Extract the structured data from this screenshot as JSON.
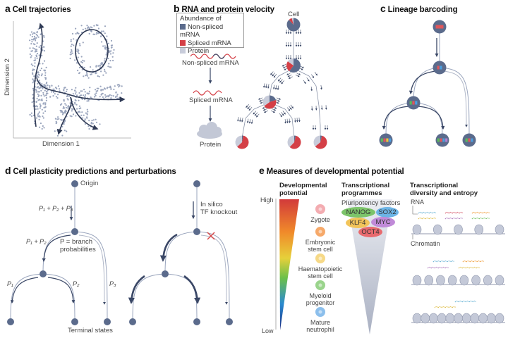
{
  "colors": {
    "node": "#5b6b8c",
    "dark_arrow": "#3a4766",
    "nonspliced": "#5b6b8c",
    "spliced": "#d43f46",
    "protein": "#c8ccda",
    "dots": "#9aa5bd",
    "knockout": "#d94b4b"
  },
  "panel_a": {
    "letter": "a",
    "title": "Cell trajectories",
    "xlabel": "Dimension 1",
    "ylabel": "Dimension 2"
  },
  "panel_b": {
    "letter": "b",
    "title": "RNA and protein velocity",
    "legend": {
      "heading": "Abundance of",
      "items": [
        {
          "label": "Non-spliced mRNA",
          "color": "#5b6b8c"
        },
        {
          "label": "Spliced mRNA",
          "color": "#d43f46"
        },
        {
          "label": "Protein",
          "color": "#c8ccda"
        }
      ]
    },
    "flow": [
      "Non-spliced mRNA",
      "Spliced mRNA",
      "Protein"
    ],
    "cell_label": "Cell",
    "pies": [
      {
        "name": "root",
        "nonspliced": 0.88,
        "spliced": 0.08,
        "protein": 0.04
      },
      {
        "name": "branch",
        "nonspliced": 0.6,
        "spliced": 0.25,
        "protein": 0.15
      },
      {
        "name": "mid-left",
        "nonspliced": 0.2,
        "spliced": 0.45,
        "protein": 0.35
      },
      {
        "name": "leaf-1",
        "nonspliced": 0.03,
        "spliced": 0.6,
        "protein": 0.37
      },
      {
        "name": "leaf-2",
        "nonspliced": 0.04,
        "spliced": 0.58,
        "protein": 0.38
      },
      {
        "name": "leaf-3",
        "nonspliced": 0.04,
        "spliced": 0.6,
        "protein": 0.36
      }
    ]
  },
  "panel_c": {
    "letter": "c",
    "title": "Lineage barcoding",
    "nodes": [
      {
        "name": "root",
        "barcodes": [
          "#e0575b"
        ]
      },
      {
        "name": "branch",
        "barcodes": [
          "#e0575b",
          "#4a9fe0"
        ]
      },
      {
        "name": "mid",
        "barcodes": [
          "#5bb85b",
          "#e0575b",
          "#4a9fe0"
        ]
      },
      {
        "name": "leaf-1",
        "barcodes": [
          "#5bb85b",
          "#e0575b",
          "#f0c040",
          "#4a9fe0"
        ]
      },
      {
        "name": "leaf-2",
        "barcodes": [
          "#5bb85b",
          "#e0575b",
          "#4a9fe0",
          "#b080d0"
        ]
      },
      {
        "name": "leaf-3",
        "barcodes": [
          "#5bb85b",
          "#e0575b",
          "#4a9fe0"
        ]
      }
    ]
  },
  "panel_d": {
    "letter": "d",
    "title": "Cell plasticity predictions and perturbations",
    "origin": "Origin",
    "p123": "P₁ + P₂ + P₃",
    "p12": "P₁ + P₂",
    "branch_def_1": "P = branch",
    "branch_def_2": "probabilities",
    "p1": "P₁",
    "p2": "P₂",
    "p3": "P₃",
    "terminal": "Terminal states",
    "insilico_1": "In silico",
    "insilico_2": "TF knockout"
  },
  "panel_e": {
    "letter": "e",
    "title": "Measures of developmental potential",
    "dev_heading_1": "Developmental",
    "dev_heading_2": "potential",
    "high": "High",
    "low": "Low",
    "cells": [
      {
        "label_1": "Zygote",
        "label_2": "",
        "color": "#f2a3a8"
      },
      {
        "label_1": "Embryonic",
        "label_2": "stem cell",
        "color": "#f5a05a"
      },
      {
        "label_1": "Haematopoietic",
        "label_2": "stem cell",
        "color": "#f5d57a"
      },
      {
        "label_1": "Myeloid",
        "label_2": "progenitor",
        "color": "#8fcf7f"
      },
      {
        "label_1": "Mature",
        "label_2": "neutrophil",
        "color": "#7fb8ea"
      }
    ],
    "tp_heading_1": "Transcriptional",
    "tp_heading_2": "programmes",
    "pluri": "Pluripotency factors",
    "factors": [
      {
        "label": "NANOG",
        "color": "#7cc46a"
      },
      {
        "label": "SOX2",
        "color": "#6cb4e6"
      },
      {
        "label": "KLF4",
        "color": "#f2c45a"
      },
      {
        "label": "MYC",
        "color": "#c08ad8"
      },
      {
        "label": "OCT4",
        "color": "#e86a6e"
      }
    ],
    "td_heading_1": "Transcriptional",
    "td_heading_2": "diversity and entropy",
    "rna": "RNA",
    "chromatin": "Chromatin"
  }
}
